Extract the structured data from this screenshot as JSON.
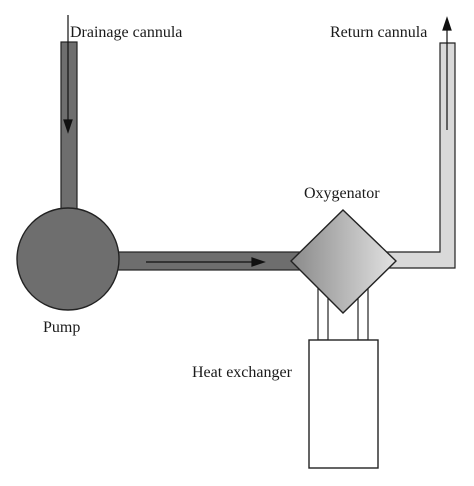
{
  "labels": {
    "drainage_cannula": "Drainage cannula",
    "return_cannula": "Return cannula",
    "oxygenator": "Oxygenator",
    "pump": "Pump",
    "heat_exchanger": "Heat exchanger"
  },
  "colors": {
    "venous_tube": "#6e6e6e",
    "arterial_tube": "#d9d9d9",
    "pump": "#6e6e6e",
    "oxygenator_dark": "#8a8a8a",
    "oxygenator_light": "#e2e2e2",
    "heat_exchanger": "#ffffff",
    "outline": "#222222"
  }
}
